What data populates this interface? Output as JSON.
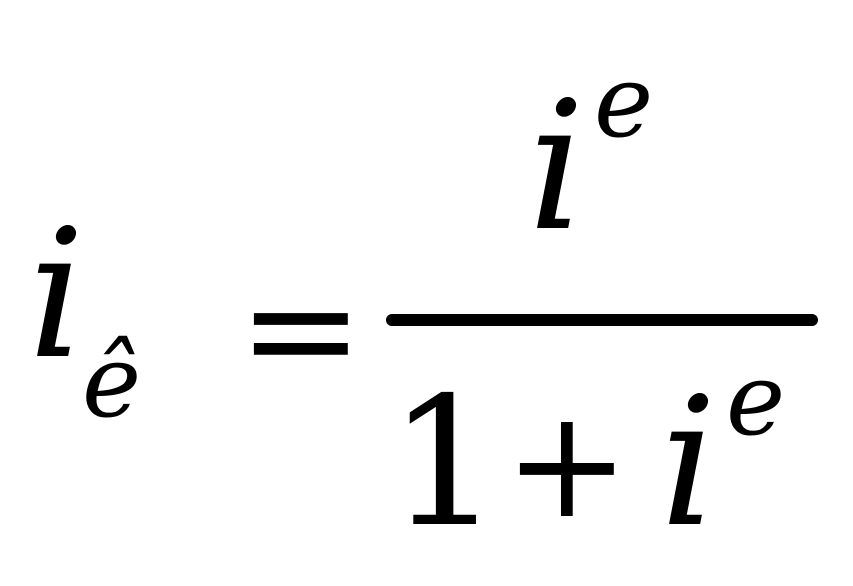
{
  "formula": {
    "lhs": {
      "base": "i",
      "subscript": "ê"
    },
    "relation": "=",
    "numerator": {
      "base": "i",
      "superscript": "e"
    },
    "denominator": {
      "constant": "1",
      "operator": "+",
      "base": "i",
      "superscript": "e"
    }
  }
}
